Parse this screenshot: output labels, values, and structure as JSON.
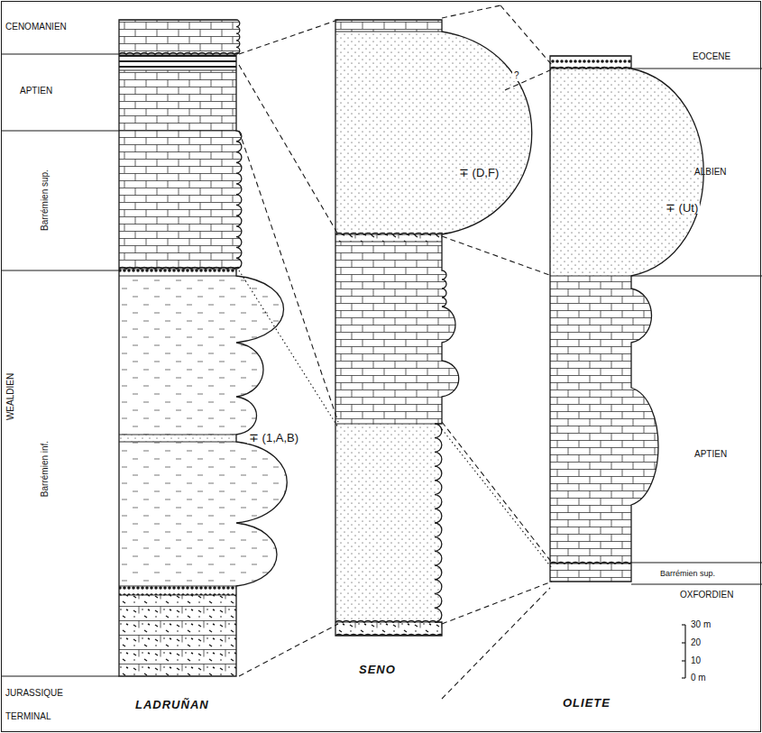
{
  "diagram": {
    "labels": [
      "CENOMANIEN",
      "APTIEN",
      "Barrémien sup.",
      "WEALDIEN",
      "Barrémien inf.",
      "JURASSIQUE TERMINAL",
      "LADRUÑAN",
      "SENO",
      "OLIETE",
      "EOCENE",
      "ALBIEN",
      "APTIEN",
      "Barrémien sup.",
      "OXFORDIEN",
      "∓ (1,A,B)",
      "∓ (D,F)",
      "∓ (Ut)",
      "?",
      "30 m",
      "20",
      "10",
      "0 m"
    ]
  }
}
